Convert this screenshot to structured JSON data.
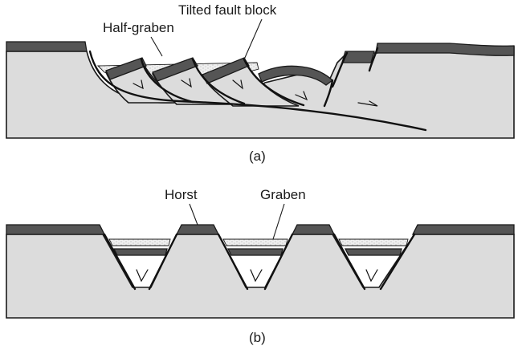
{
  "panel_a": {
    "label_half_graben": "Half-graben",
    "label_tilted_block": "Tilted fault block",
    "caption": "(a)"
  },
  "panel_b": {
    "label_horst": "Horst",
    "label_graben": "Graben",
    "caption": "(b)"
  }
}
